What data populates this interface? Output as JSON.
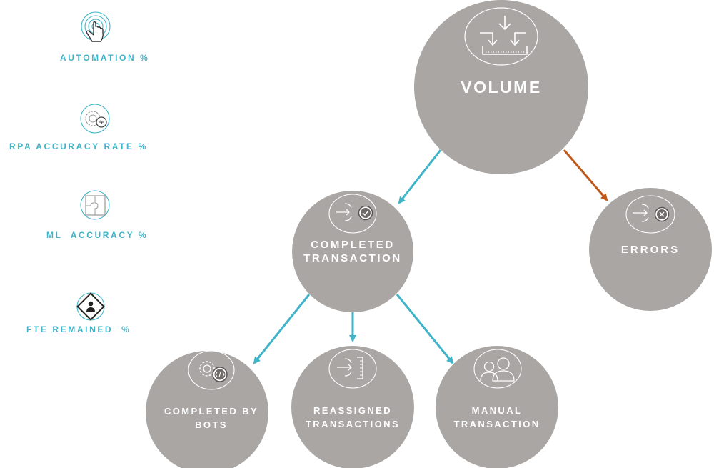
{
  "kpis": [
    {
      "label": "AUTOMATION %",
      "icon": "touch-icon"
    },
    {
      "label": "RPA ACCURACY RATE %",
      "icon": "gear-icon"
    },
    {
      "label": "ML  ACCURACY %",
      "icon": "puzzle-icon"
    },
    {
      "label": "FTE REMAINED  %",
      "icon": "person-diamond-icon"
    }
  ],
  "nodes": {
    "volume": {
      "label": "VOLUME",
      "icon": "inbox-arrows-icon"
    },
    "completed": {
      "line1": "COMPLETED",
      "line2": "TRANSACTION",
      "icon": "merge-check-icon"
    },
    "errors": {
      "label": "ERRORS",
      "icon": "merge-x-icon"
    },
    "bots": {
      "line1": "COMPLETED BY",
      "line2": "BOTS",
      "icon": "gear-code-icon"
    },
    "reassigned": {
      "line1": "REASSIGNED",
      "line2": "TRANSACTIONS",
      "icon": "reassign-icon"
    },
    "manual": {
      "line1": "MANUAL",
      "line2": "TRANSACTION",
      "icon": "users-icon"
    }
  },
  "colors": {
    "node": "#a9a6a4",
    "teal": "#3fb4c8",
    "orange": "#c0581a",
    "kpi_text": "#3fb4c8"
  }
}
